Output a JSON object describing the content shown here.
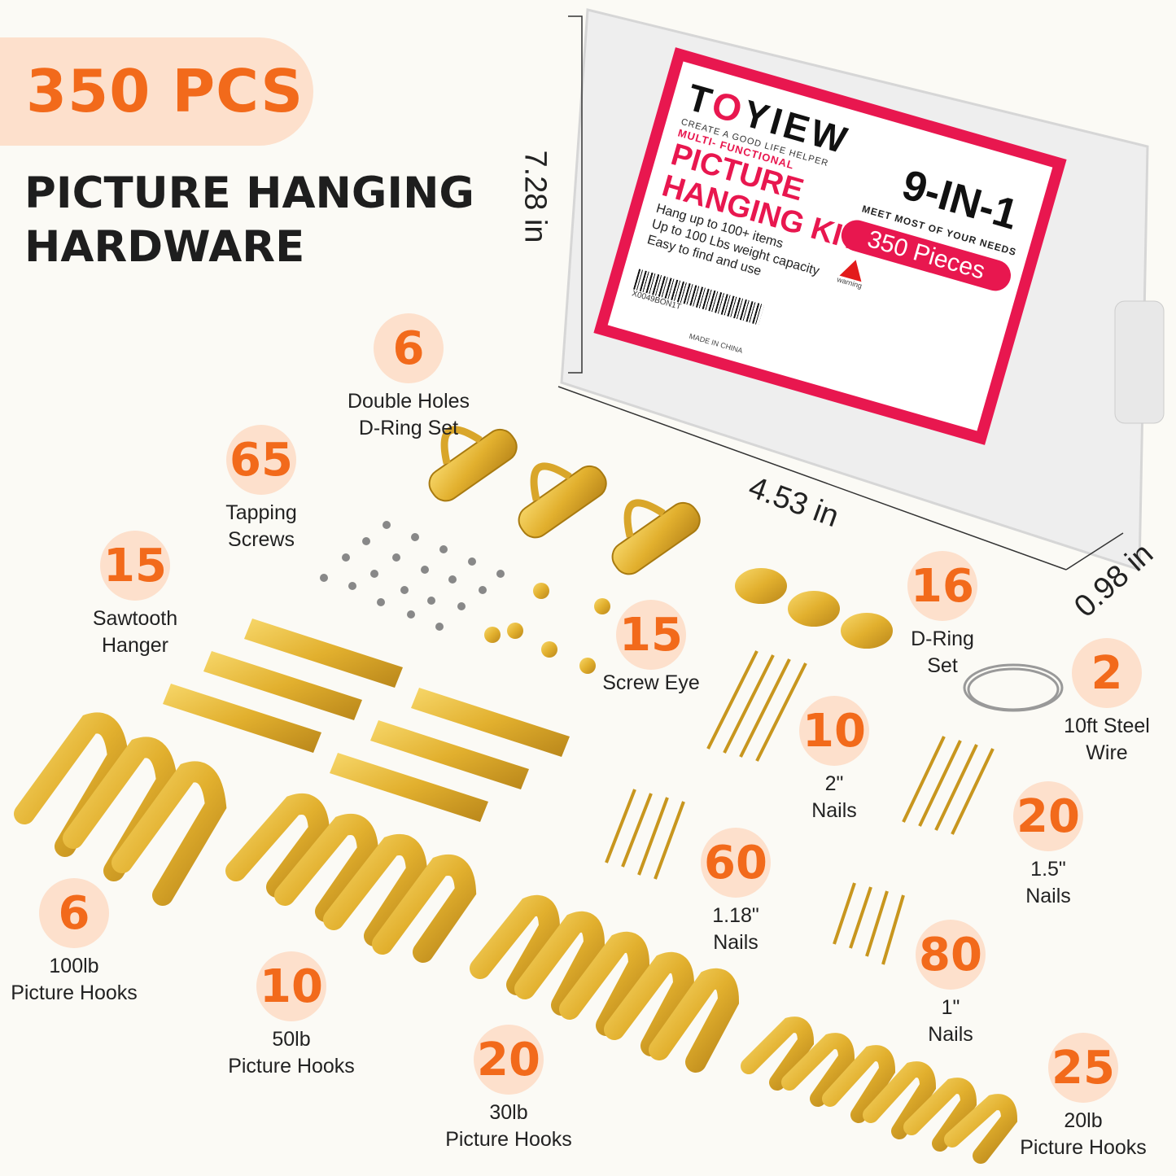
{
  "header": {
    "badge": "350 PCS",
    "title_line1": "PICTURE HANGING",
    "title_line2": "HARDWARE"
  },
  "dimensions": {
    "height": "7.28 in",
    "width": "4.53 in",
    "depth": "0.98 in"
  },
  "package": {
    "brand": "TOYIEW",
    "tagline": "CREATE A GOOD LIFE HELPER",
    "subtitle": "MULTI- FUNCTIONAL",
    "kit_line1": "PICTURE",
    "kit_line2": "HANGING KIT",
    "features": [
      "Hang up to 100+ items",
      "Up to 100 Lbs weight capacity",
      "Easy to find and use"
    ],
    "nine_in_one": "9-IN-1",
    "meet": "MEET MOST OF YOUR NEEDS",
    "pieces": "350 Pieces",
    "warning": "warning",
    "barcode": "X0049BON1T",
    "made_in": "MADE IN CHINA"
  },
  "items": [
    {
      "count": "6",
      "line1": "Double Holes",
      "line2": "D-Ring Set"
    },
    {
      "count": "65",
      "line1": "Tapping",
      "line2": "Screws"
    },
    {
      "count": "15",
      "line1": "Sawtooth",
      "line2": "Hanger"
    },
    {
      "count": "15",
      "line1": "Screw Eye",
      "line2": ""
    },
    {
      "count": "16",
      "line1": "D-Ring",
      "line2": "Set"
    },
    {
      "count": "2",
      "line1": "10ft Steel",
      "line2": "Wire"
    },
    {
      "count": "10",
      "line1": "2\"",
      "line2": "Nails"
    },
    {
      "count": "20",
      "line1": "1.5\"",
      "line2": "Nails"
    },
    {
      "count": "60",
      "line1": "1.18\"",
      "line2": "Nails"
    },
    {
      "count": "80",
      "line1": "1\"",
      "line2": "Nails"
    },
    {
      "count": "6",
      "line1": "100lb",
      "line2": "Picture Hooks"
    },
    {
      "count": "10",
      "line1": "50lb",
      "line2": "Picture Hooks"
    },
    {
      "count": "20",
      "line1": "30lb",
      "line2": "Picture Hooks"
    },
    {
      "count": "25",
      "line1": "20lb",
      "line2": "Picture Hooks"
    }
  ],
  "colors": {
    "accent": "#f26a1b",
    "accent_bg": "#fde0cc",
    "label_red": "#e8174f",
    "gold": "#e6b93a"
  }
}
